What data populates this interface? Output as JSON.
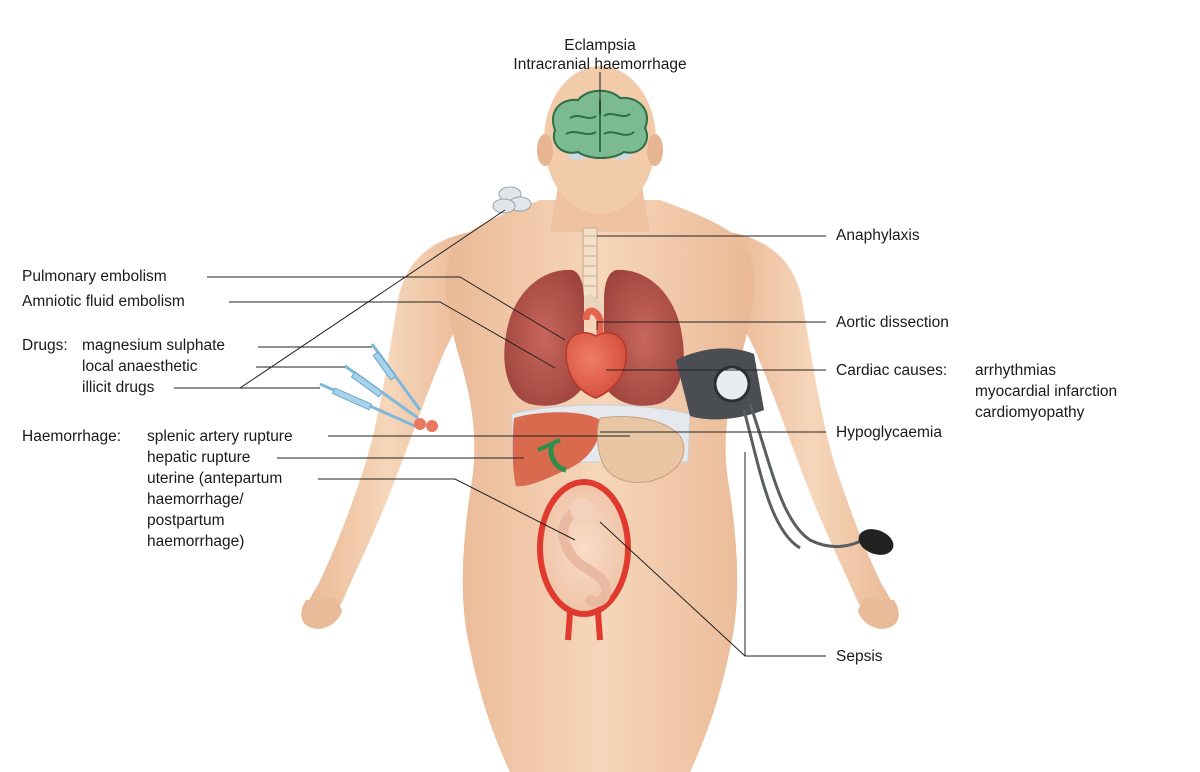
{
  "labels": {
    "eclampsia": "Eclampsia",
    "intracranial": "Intracranial haemorrhage",
    "anaphylaxis": "Anaphylaxis",
    "pulmonary": "Pulmonary embolism",
    "amniotic": "Amniotic fluid embolism",
    "drugs_prefix": "Drugs:",
    "drugs_1": "magnesium sulphate",
    "drugs_2": "local anaesthetic",
    "drugs_3": "illicit drugs",
    "aortic": "Aortic dissection",
    "cardiac_prefix": "Cardiac causes:",
    "cardiac_1": "arrhythmias",
    "cardiac_2": "myocardial infarction",
    "cardiac_3": "cardiomyopathy",
    "haem_prefix": "Haemorrhage:",
    "haem_1": "splenic artery rupture",
    "haem_2": "hepatic rupture",
    "haem_3": "uterine (antepartum",
    "haem_4": "haemorrhage/",
    "haem_5": "postpartum",
    "haem_6": "haemorrhage)",
    "hypoglycaemia": "Hypoglycaemia",
    "sepsis": "Sepsis"
  },
  "colors": {
    "skin": "#f4cfb0",
    "skin_shadow": "#e3ad88",
    "brain": "#6fb486",
    "lung": "#b5544c",
    "heart": "#e6634f",
    "liver": "#d96a4e",
    "stomach": "#e8c6a4",
    "uterus": "#e03a2e",
    "syringe": "#8fc7e6",
    "cuff": "#4a4d52",
    "leader_line": "#222222"
  }
}
